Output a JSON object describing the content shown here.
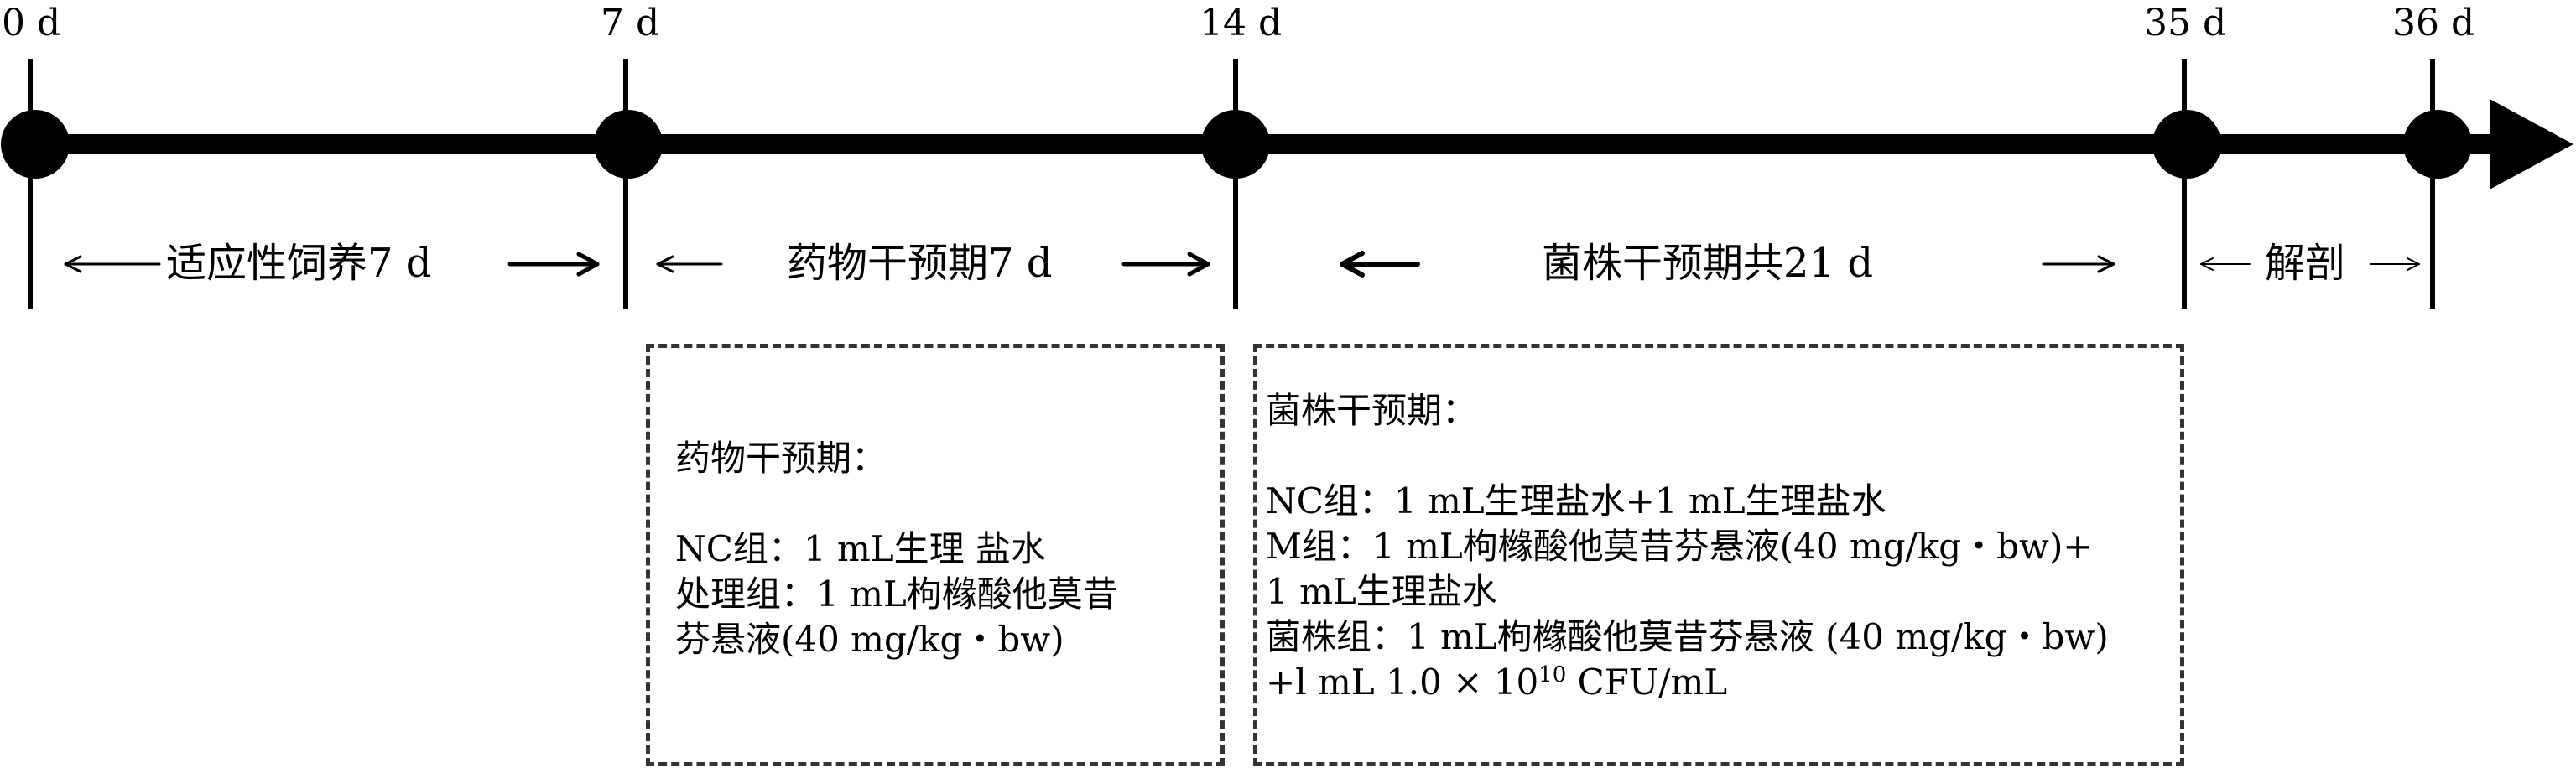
{
  "timeline": {
    "day_labels": [
      "0 d",
      "7 d",
      "14 d",
      "35 d",
      "36 d"
    ],
    "phases": [
      {
        "label": "适应性饲养7 d"
      },
      {
        "label": "药物干预期7 d"
      },
      {
        "label": "菌株干预期共21 d"
      },
      {
        "label": "解剖"
      }
    ]
  },
  "drug_box": {
    "title": "药物干预期：",
    "lines": [
      "NC组：1 mL生理 盐水",
      "处理组：1 mL枸橼酸他莫昔",
      "芬悬液(40 mg/kg・bw)"
    ]
  },
  "strain_box": {
    "title": "菌株干预期：",
    "lines": [
      "NC组：1 mL生理盐水+1 mL生理盐水",
      "M组：1 mL枸橼酸他莫昔芬悬液(40 mg/kg・bw)+",
      "1 mL生理盐水",
      "菌株组：1 mL枸橼酸他莫昔芬悬液 (40 mg/kg・bw)"
    ],
    "last_line": {
      "prefix": "+l mL 1.0 × 10",
      "exponent": "10",
      "suffix": " CFU/mL"
    }
  }
}
